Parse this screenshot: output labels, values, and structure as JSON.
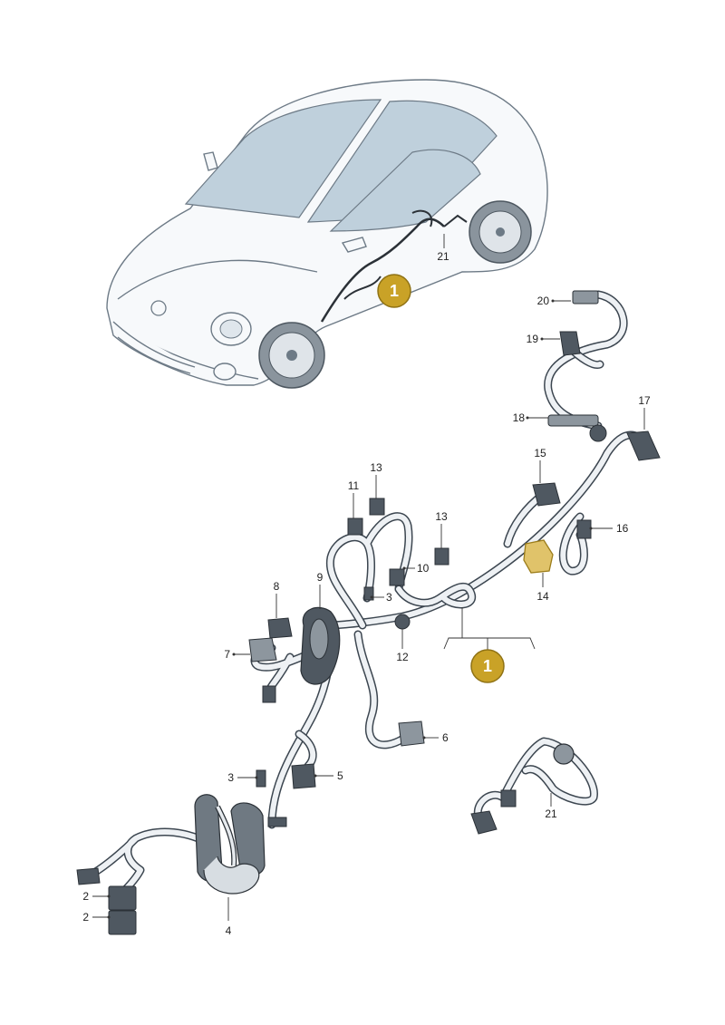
{
  "accent_color": "#c9a227",
  "badge": {
    "label": "1",
    "color": "#c9a227"
  },
  "callouts": {
    "n1": "1",
    "n2a": "2",
    "n2b": "2",
    "n3a": "3",
    "n3b": "3",
    "n4": "4",
    "n5": "5",
    "n6": "6",
    "n7": "7",
    "n8": "8",
    "n9": "9",
    "n10": "10",
    "n11": "11",
    "n12": "12",
    "n13a": "13",
    "n13b": "13",
    "n14": "14",
    "n15": "15",
    "n16": "16",
    "n17": "17",
    "n18": "18",
    "n19": "19",
    "n20": "20",
    "n21a": "21",
    "n21b": "21"
  }
}
